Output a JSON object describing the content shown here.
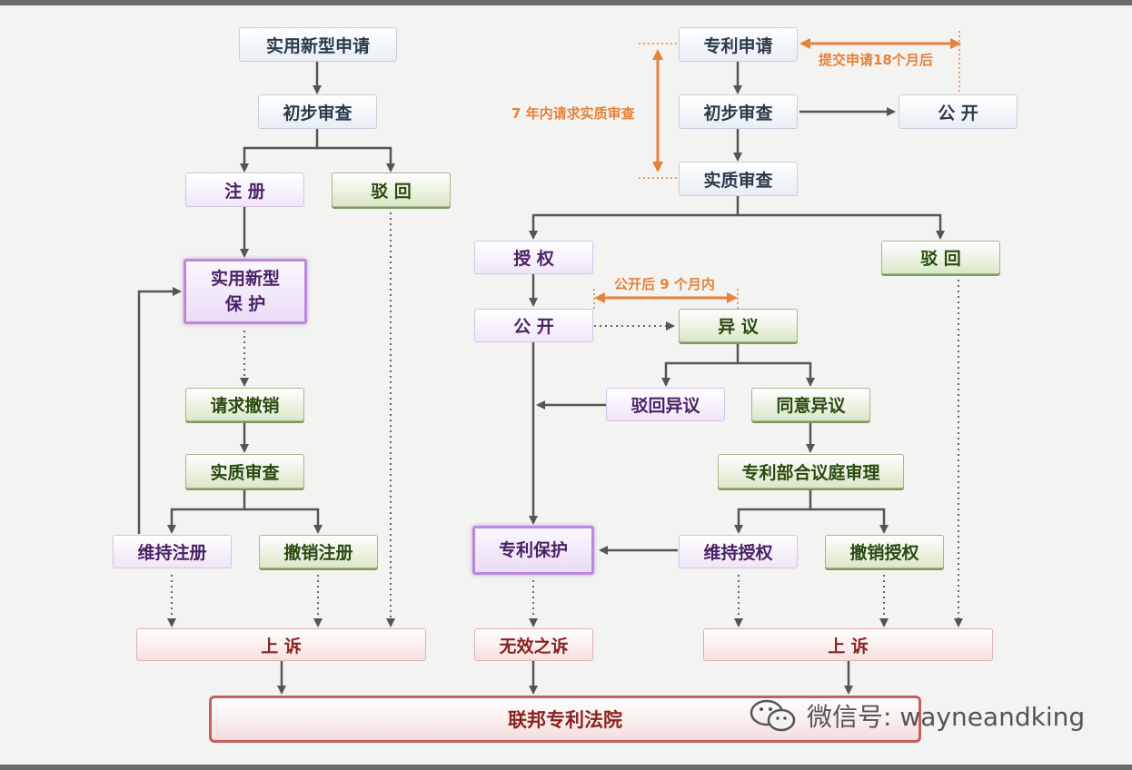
{
  "diagram": {
    "left": {
      "utility_application": "实用新型申请",
      "preliminary_exam": "初步审查",
      "registration": "注 册",
      "rejection": "驳 回",
      "utility_protection_line1": "实用新型",
      "utility_protection_line2": "保 护",
      "request_cancellation": "请求撤销",
      "substantive_exam": "实质审查",
      "maintain_registration": "维持注册",
      "cancel_registration": "撤销注册",
      "appeal": "上 诉"
    },
    "right": {
      "patent_application": "专利申请",
      "preliminary_exam": "初步审查",
      "publication_top": "公 开",
      "substantive_exam": "实质审查",
      "grant": "授 权",
      "rejection": "驳 回",
      "publication": "公 开",
      "opposition": "异 议",
      "reject_opposition": "驳回异议",
      "accept_opposition": "同意异议",
      "patent_tribunal": "专利部合议庭审理",
      "patent_protection": "专利保护",
      "maintain_grant": "维持授权",
      "revoke_grant": "撤销授权",
      "invalidity_action": "无效之诉",
      "appeal": "上 诉"
    },
    "federal_court": "联邦专利法院",
    "notes": {
      "after_18_months": "提交申请18个月后",
      "within_7_years": "7 年内请求实质审查",
      "within_9_months": "公开后 9 个月内"
    },
    "watermark": "微信号: wayneandking",
    "watermark_icon": "wechat-icon",
    "colors": {
      "arrow": "#555555",
      "note": "#e6823a",
      "green_box": "#dbe7c9",
      "purple_box": "#efe6f7",
      "red_box": "#f6e0df"
    }
  }
}
